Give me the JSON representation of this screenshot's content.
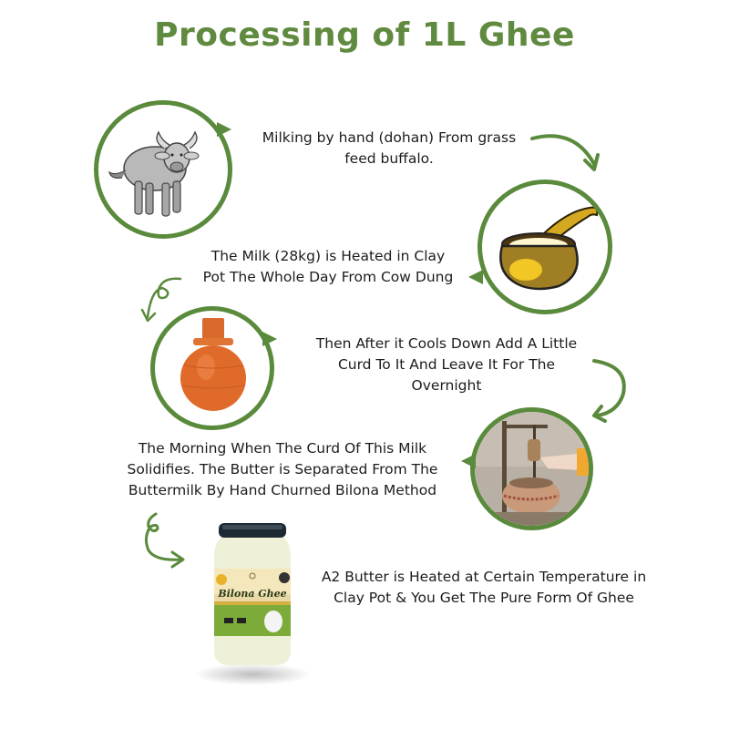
{
  "title": "Processing of 1L Ghee",
  "colors": {
    "accent_green": "#5a8a3c",
    "title_green": "#5f8a3f",
    "text": "#1c1c1c",
    "background": "#ffffff"
  },
  "steps": [
    {
      "index": 1,
      "image": "buffalo-illustration",
      "lines": [
        "Milking by hand (dohan) From grass",
        "feed buffalo."
      ]
    },
    {
      "index": 2,
      "image": "brass-pot-with-ladle-illustration",
      "lines": [
        "The Milk (28kg) is Heated in Clay",
        "Pot The Whole Day From Cow Dung"
      ]
    },
    {
      "index": 3,
      "image": "terracotta-clay-pot-photo",
      "lines": [
        "Then After it Cools Down Add A Little",
        "Curd To It And Leave It For The",
        "Overnight"
      ]
    },
    {
      "index": 4,
      "image": "bilona-churning-photo",
      "lines": [
        "The Morning When The Curd Of This Milk",
        "Solidifies. The Butter is Separated From The",
        "Buttermilk By Hand Churned Bilona Method"
      ]
    },
    {
      "index": 5,
      "image": "ghee-jar-product-photo",
      "lines": [
        "A2 Butter is Heated at Certain Temperature in",
        "Clay Pot & You Get The Pure Form Of Ghee"
      ],
      "jar_label": "Bilona Ghee"
    }
  ],
  "arrows": [
    "curved-arrow-right-down",
    "loop-arrow-left-down",
    "curved-arrow-right-down-2",
    "loop-arrow-right"
  ]
}
